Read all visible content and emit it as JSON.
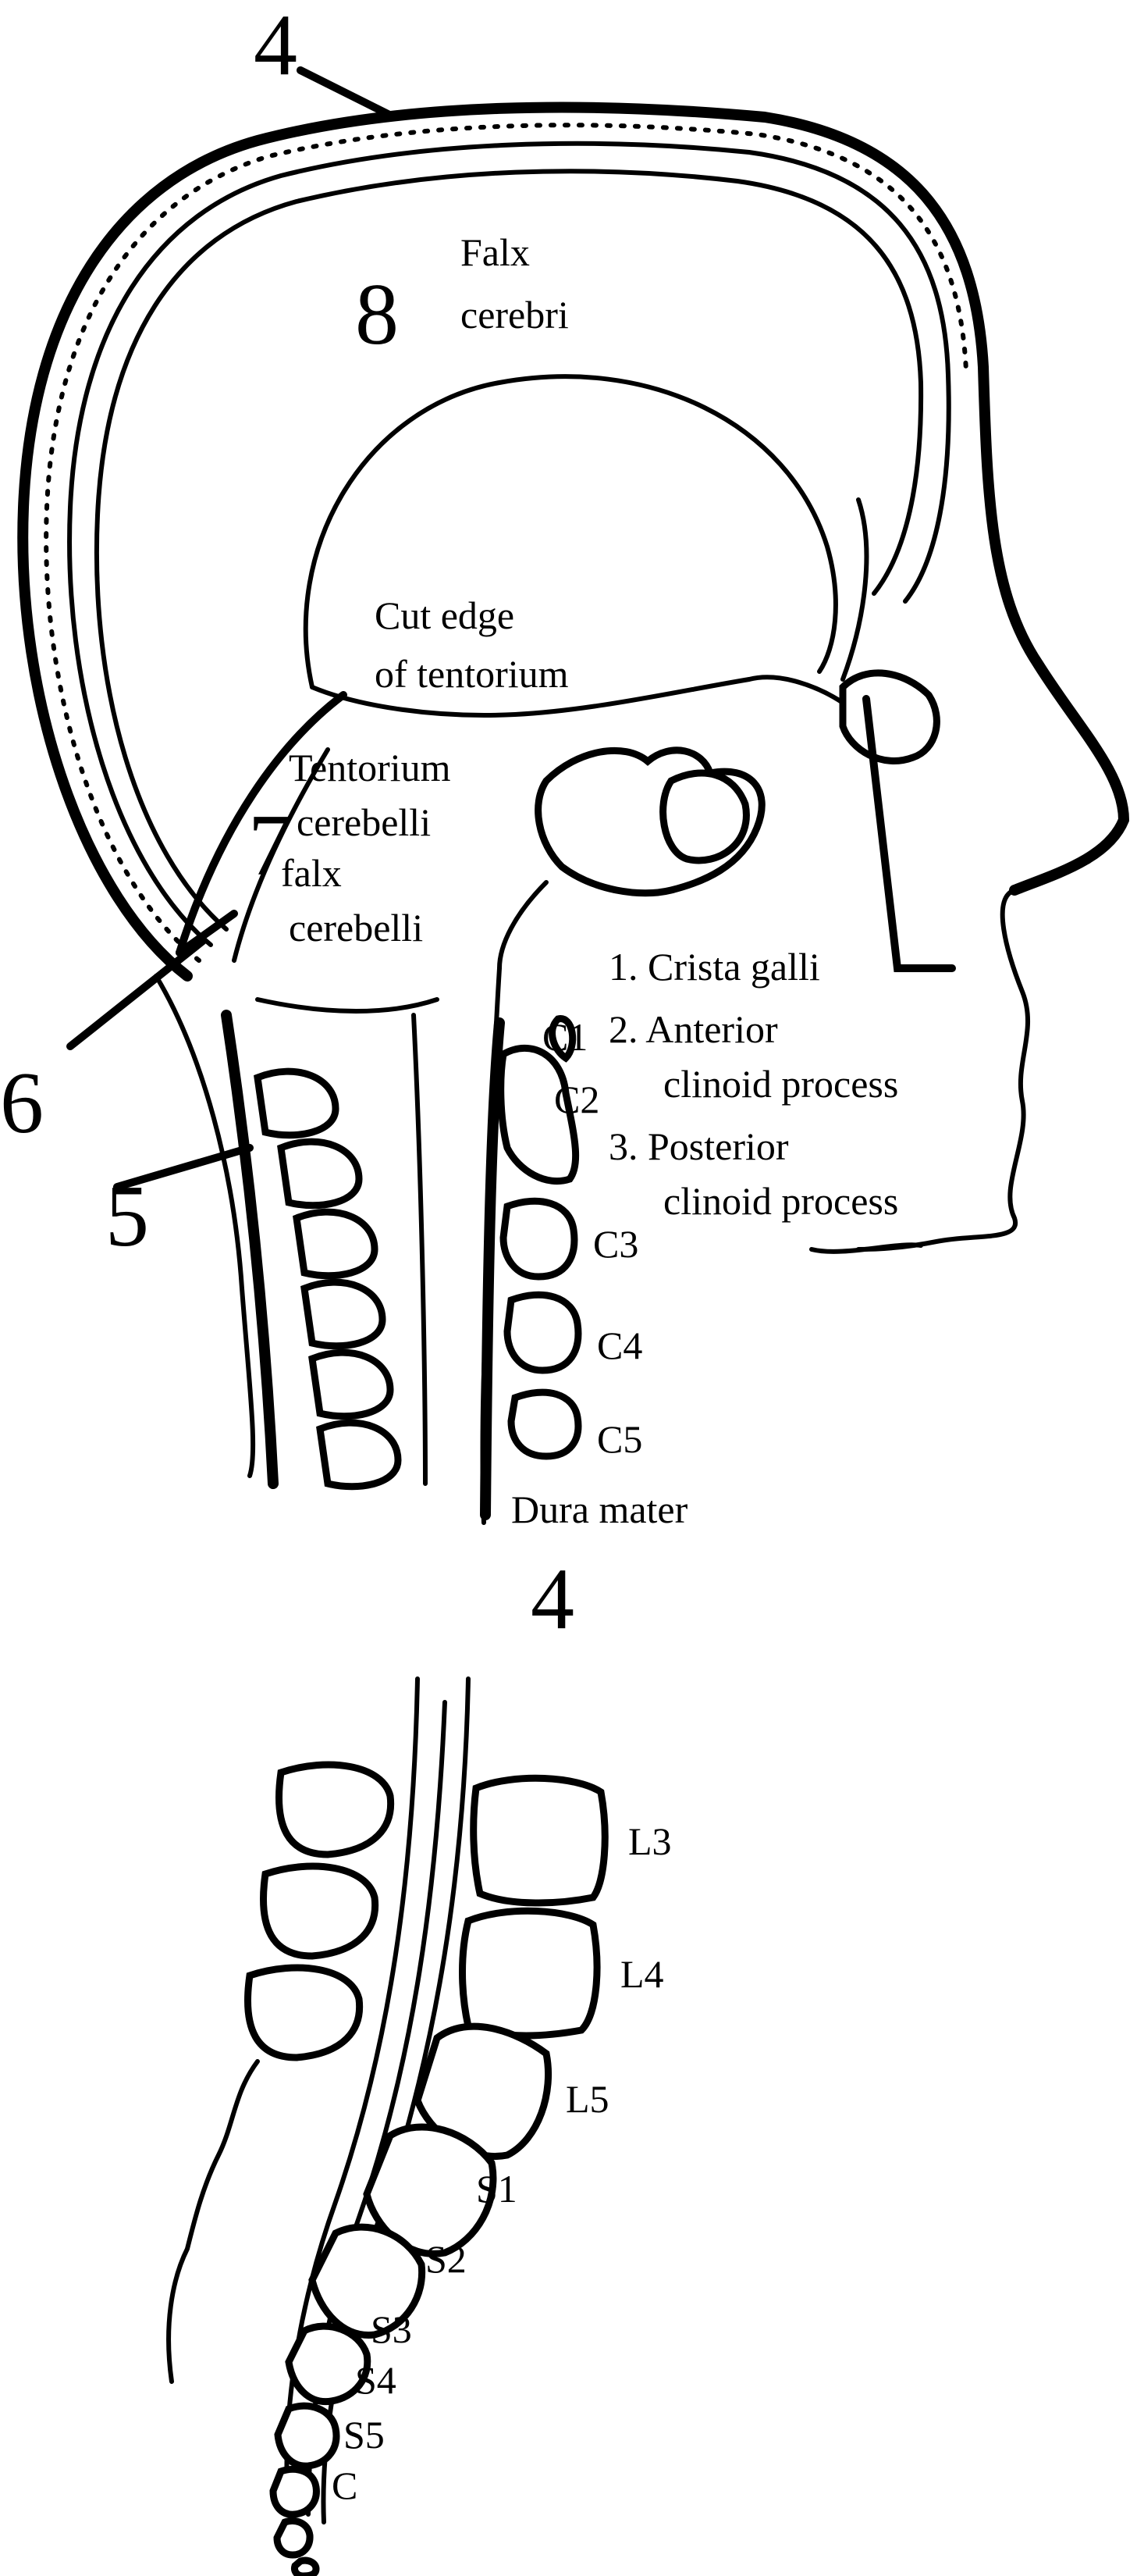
{
  "numbers": {
    "n4_top": "4",
    "n8": "8",
    "n7": "7",
    "n6": "6",
    "n5": "5",
    "n4_mid": "4"
  },
  "labels": {
    "falx_cerebri_1": "Falx",
    "falx_cerebri_2": "cerebri",
    "cut_edge_1": "Cut edge",
    "cut_edge_2": "of tentorium",
    "tentorium_1": "Tentorium",
    "tentorium_2": "cerebelli",
    "falx_cerebelli_1": "falx",
    "falx_cerebelli_2": "cerebelli",
    "crista_galli": "1. Crista galli",
    "anterior_1": "2. Anterior",
    "anterior_2": "clinoid process",
    "posterior_1": "3. Posterior",
    "posterior_2": "clinoid process",
    "dura_mater": "Dura mater"
  },
  "vertebrae_cervical": [
    "C1",
    "C2",
    "C3",
    "C4",
    "C5"
  ],
  "vertebrae_lower": [
    "L3",
    "L4",
    "L5",
    "S1",
    "S2",
    "S3",
    "S4",
    "S5",
    "C"
  ]
}
